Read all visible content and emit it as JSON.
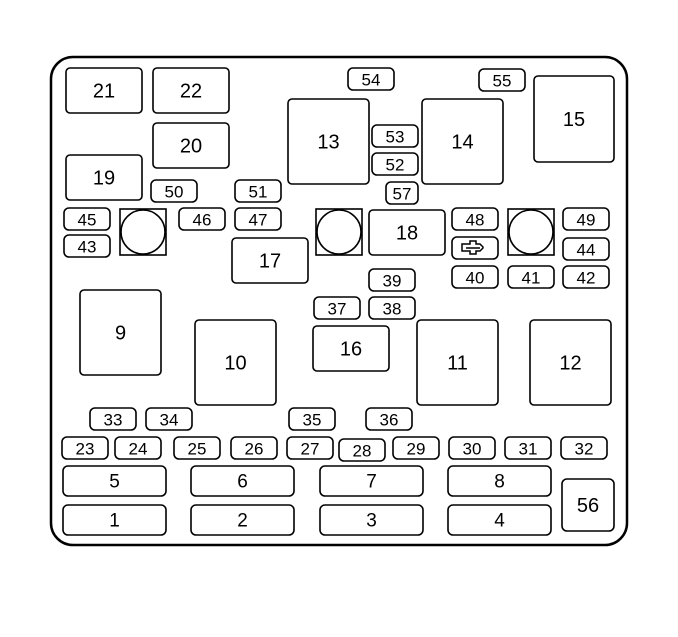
{
  "colors": {
    "stroke": "#000000",
    "fill": "#ffffff"
  },
  "fuses": [
    "21",
    "22",
    "54",
    "55",
    "15",
    "13",
    "53",
    "14",
    "20",
    "52",
    "19",
    "50",
    "51",
    "57",
    "45",
    "46",
    "47",
    "48",
    "49",
    "18",
    "43",
    "44",
    "17",
    "40",
    "41",
    "42",
    "39",
    "37",
    "38",
    "9",
    "16",
    "10",
    "11",
    "12",
    "33",
    "34",
    "35",
    "36",
    "23",
    "24",
    "25",
    "26",
    "27",
    "28",
    "29",
    "30",
    "31",
    "32",
    "5",
    "6",
    "7",
    "8",
    "56",
    "1",
    "2",
    "3",
    "4"
  ],
  "sockets": [
    "round-socket-left",
    "round-socket-center",
    "round-socket-right"
  ],
  "special_icon": "fuse-puller-icon"
}
